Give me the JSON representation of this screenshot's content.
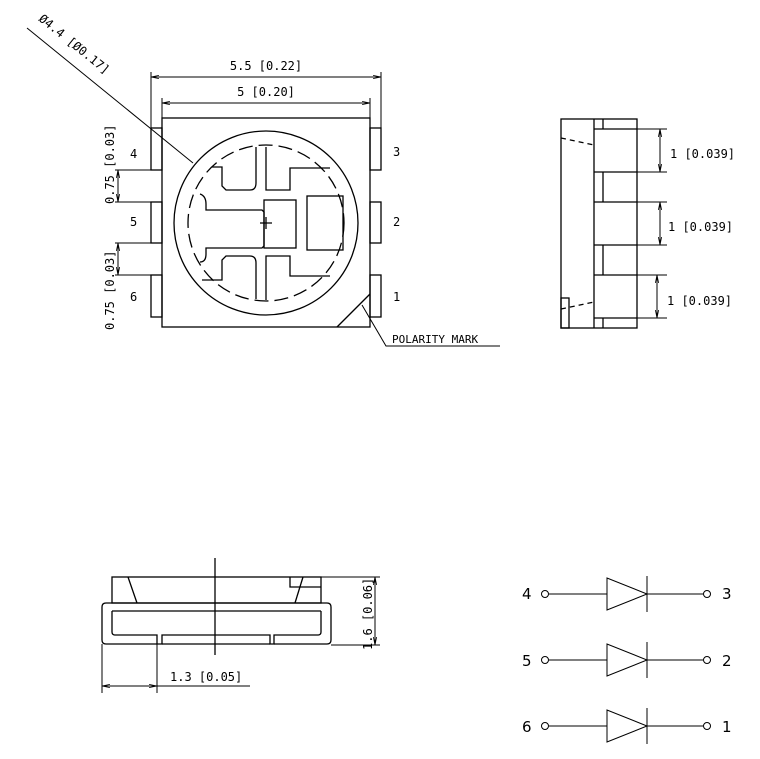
{
  "top_view": {
    "diameter_label": "Ø4.4 [Ø0.17]",
    "width_outer_label": "5.5 [0.22]",
    "width_inner_label": "5 [0.20]",
    "pad_gap_label_1": "0.75 [0.03]",
    "pad_gap_label_2": "0.75 [0.03]",
    "pins_left": [
      "4",
      "5",
      "6"
    ],
    "pins_right": [
      "3",
      "2",
      "1"
    ],
    "polarity_label": "POLARITY MARK"
  },
  "side_view": {
    "pad_dims": [
      "1 [0.039]",
      "1 [0.039]",
      "1 [0.039]"
    ]
  },
  "front_view": {
    "height_label": "1.6 [0.06]",
    "pad_width_label": "1.3 [0.05]"
  },
  "schematic": {
    "rows": [
      {
        "anode": "4",
        "cathode": "3"
      },
      {
        "anode": "5",
        "cathode": "2"
      },
      {
        "anode": "6",
        "cathode": "1"
      }
    ]
  }
}
